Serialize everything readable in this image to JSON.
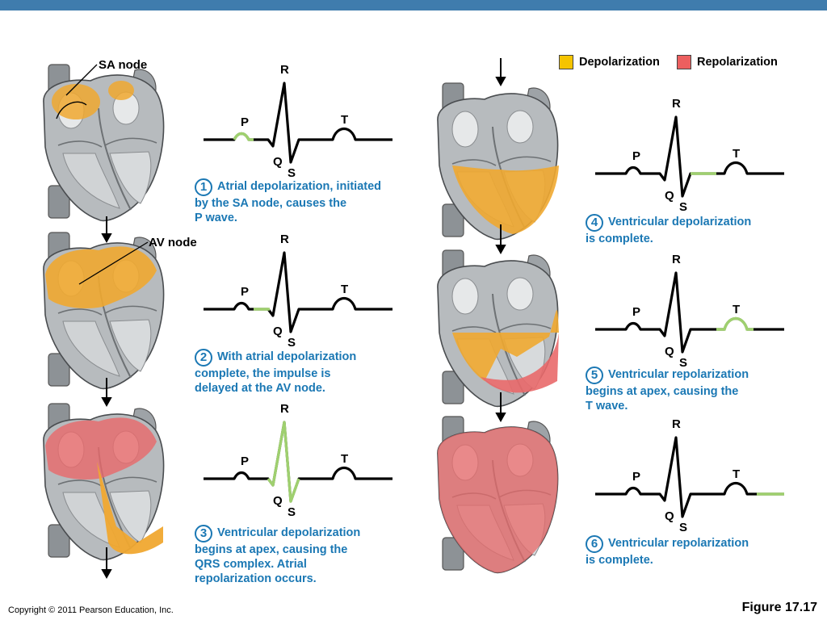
{
  "legend": {
    "depolarization": {
      "label": "Depolarization",
      "color": "#f5c400"
    },
    "repolarization": {
      "label": "Repolarization",
      "color": "#ec5f5f"
    }
  },
  "labels": {
    "sa_node": "SA node",
    "av_node": "AV node"
  },
  "wave_labels": {
    "p": "P",
    "q": "Q",
    "r": "R",
    "s": "S",
    "t": "T"
  },
  "steps": [
    {
      "number": "1",
      "lines": [
        "Atrial depolarization, initiated",
        "by the SA node, causes the",
        "P wave."
      ],
      "highlight": "P wave"
    },
    {
      "number": "2",
      "lines": [
        "With atrial depolarization",
        "complete, the impulse is",
        "delayed at the AV node."
      ],
      "highlight": "PR segment"
    },
    {
      "number": "3",
      "lines": [
        "Ventricular depolarization",
        "begins at apex, causing the",
        "QRS complex. Atrial",
        "repolarization occurs."
      ],
      "highlight": "QRS complex"
    },
    {
      "number": "4",
      "lines": [
        "Ventricular depolarization",
        "is complete."
      ],
      "highlight": "ST segment"
    },
    {
      "number": "5",
      "lines": [
        "Ventricular repolarization",
        "begins at apex, causing the",
        "T wave."
      ],
      "highlight": "T wave"
    },
    {
      "number": "6",
      "lines": [
        "Ventricular repolarization",
        "is complete."
      ],
      "highlight": "after T wave"
    }
  ],
  "colors": {
    "highlight_green": "#9fd06f",
    "caption_blue": "#1b78b4",
    "depol_orange": "#f0a830",
    "repol_red": "#e9696a",
    "top_bar": "#3f7cad"
  },
  "footer": {
    "copyright": "Copyright © 2011 Pearson Education, Inc.",
    "figure": "Figure 17.17"
  }
}
